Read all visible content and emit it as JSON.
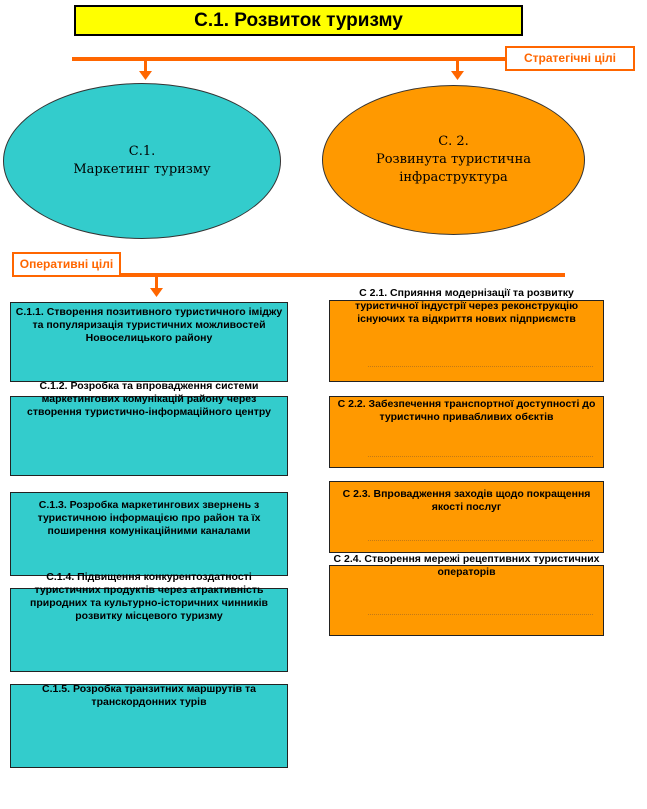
{
  "title": "С.1. Розвиток туризму",
  "strategic_label": "Стратегічні цілі",
  "operative_label": "Оперативні цілі",
  "strategic_goals": [
    {
      "code": "С.1.",
      "name": "Маркетинг туризму"
    },
    {
      "code": "С. 2.",
      "name_line1": "Розвинута туристична",
      "name_line2": "інфраструктура"
    }
  ],
  "left_goals": [
    {
      "text": "С.1.1. Створення позитивного туристичного іміджу та популяризація  туристичних можливостей Новоселицького району"
    },
    {
      "text": "С.1.2. Розробка та впровадження системи маркетингових комунікацій  району через створення туристично-інформаційного центру"
    },
    {
      "text": "С.1.3. Розробка маркетингових звернень з туристичною  інформацією про район та їх поширення комунікаційними каналами"
    },
    {
      "text": "С.1.4.  Підвищення конкурентоздатності туристичних продуктів через атрактивність природних та культурно-історичних чинників розвитку місцевого туризму"
    },
    {
      "text": "С.1.5.  Розробка транзитних маршрутів та транскордонних турів"
    }
  ],
  "right_goals": [
    {
      "text": "С 2.1. Сприяння  модернізації та розвитку туристичної індустрії через реконструкцію існуючих та відкриття нових підприємств"
    },
    {
      "text": "С 2.2. Забезпечення транспортної доступності до туристично привабливих обєктів"
    },
    {
      "text": "С 2.3. Впровадження заходів щодо покращення якості послуг"
    },
    {
      "text": "С 2.4. Створення мережі рецептивних туристичних операторів"
    }
  ],
  "colors": {
    "accent": "#ff6600",
    "title_bg": "#ffff00",
    "cyan": "#33cccc",
    "orange": "#ff9900"
  }
}
